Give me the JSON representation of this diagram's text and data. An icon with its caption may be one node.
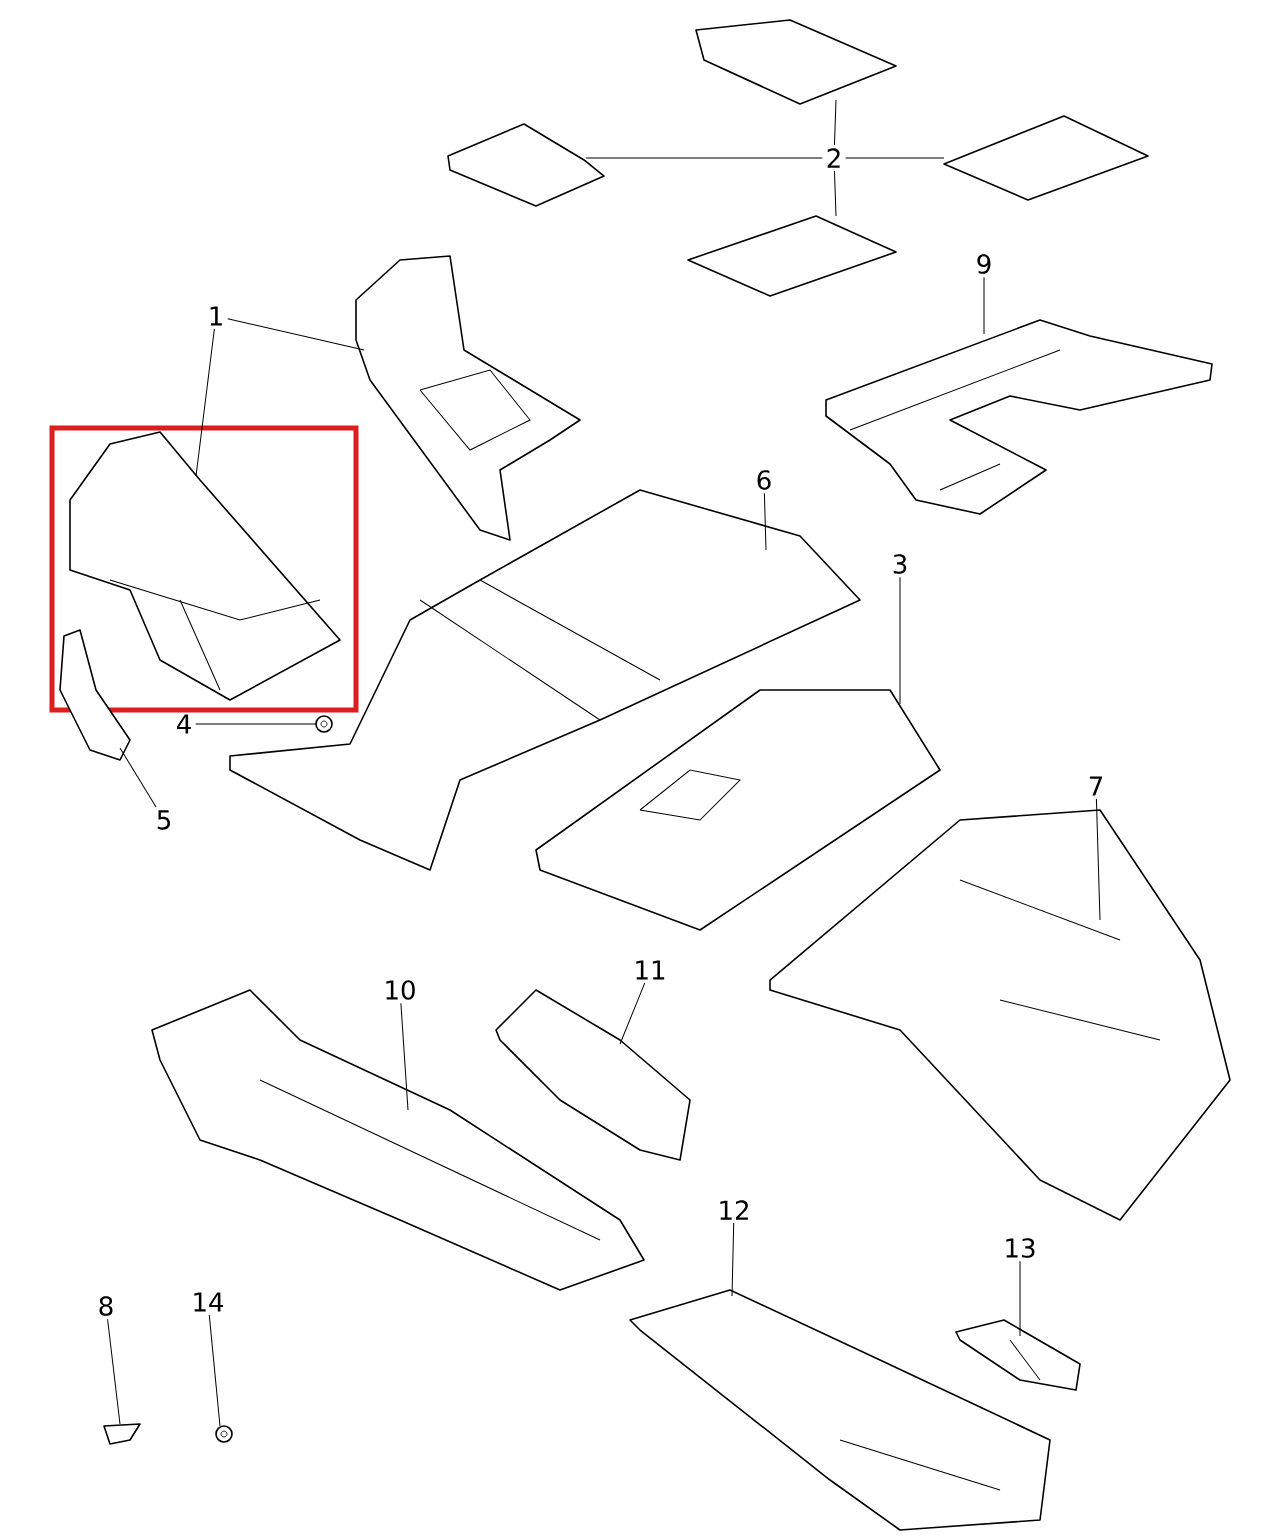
{
  "diagram": {
    "nodes": [
      {
        "text": [
          "1"
        ]
      },
      {
        "text": [],
        "shape": "picture"
      },
      {
        "text": [],
        "shape": "picture"
      },
      {
        "text": [
          "2"
        ]
      },
      {
        "text": [],
        "shape": "picture"
      },
      {
        "text": [],
        "shape": "picture"
      },
      {
        "text": [],
        "shape": "picture"
      },
      {
        "text": [],
        "shape": "picture"
      },
      {
        "text": [
          "9"
        ]
      },
      {
        "text": [],
        "shape": "picture"
      },
      {
        "text": [
          "6"
        ]
      },
      {
        "text": [],
        "shape": "picture"
      },
      {
        "text": [
          "3"
        ]
      },
      {
        "text": [],
        "shape": "picture"
      },
      {
        "text": [
          "4"
        ]
      },
      {
        "text": [],
        "shape": "picture"
      },
      {
        "text": [
          "5"
        ]
      },
      {
        "text": [],
        "shape": "picture"
      },
      {
        "text": [
          "7"
        ]
      },
      {
        "text": [],
        "shape": "picture"
      },
      {
        "text": [
          "10"
        ]
      },
      {
        "text": [],
        "shape": "picture"
      },
      {
        "text": [
          "11"
        ]
      },
      {
        "text": [],
        "shape": "picture"
      },
      {
        "text": [
          "12"
        ]
      },
      {
        "text": [],
        "shape": "picture"
      },
      {
        "text": [
          "13"
        ]
      },
      {
        "text": [],
        "shape": "picture"
      },
      {
        "text": [
          "8"
        ]
      },
      {
        "text": [],
        "shape": "picture"
      },
      {
        "text": [
          "14"
        ]
      },
      {
        "text": [],
        "shape": "picture"
      }
    ],
    "edges": [
      {
        "from": 0,
        "to": 1,
        "arrow": "none"
      },
      {
        "from": 0,
        "to": 2,
        "arrow": "none"
      },
      {
        "from": 3,
        "to": 4,
        "arrow": "none"
      },
      {
        "from": 3,
        "to": 5,
        "arrow": "none"
      },
      {
        "from": 3,
        "to": 6,
        "arrow": "none"
      },
      {
        "from": 3,
        "to": 7,
        "arrow": "none"
      },
      {
        "from": 8,
        "to": 9,
        "arrow": "none"
      },
      {
        "from": 10,
        "to": 11,
        "arrow": "none"
      },
      {
        "from": 12,
        "to": 13,
        "arrow": "none"
      },
      {
        "from": 14,
        "to": 15,
        "arrow": "none"
      },
      {
        "from": 16,
        "to": 17,
        "arrow": "none"
      },
      {
        "from": 18,
        "to": 19,
        "arrow": "none"
      },
      {
        "from": 20,
        "to": 21,
        "arrow": "none"
      },
      {
        "from": 22,
        "to": 23,
        "arrow": "none"
      },
      {
        "from": 24,
        "to": 25,
        "arrow": "none"
      },
      {
        "from": 26,
        "to": 27,
        "arrow": "none"
      },
      {
        "from": 28,
        "to": 29,
        "arrow": "none"
      },
      {
        "from": 30,
        "to": 31,
        "arrow": "none"
      }
    ]
  }
}
